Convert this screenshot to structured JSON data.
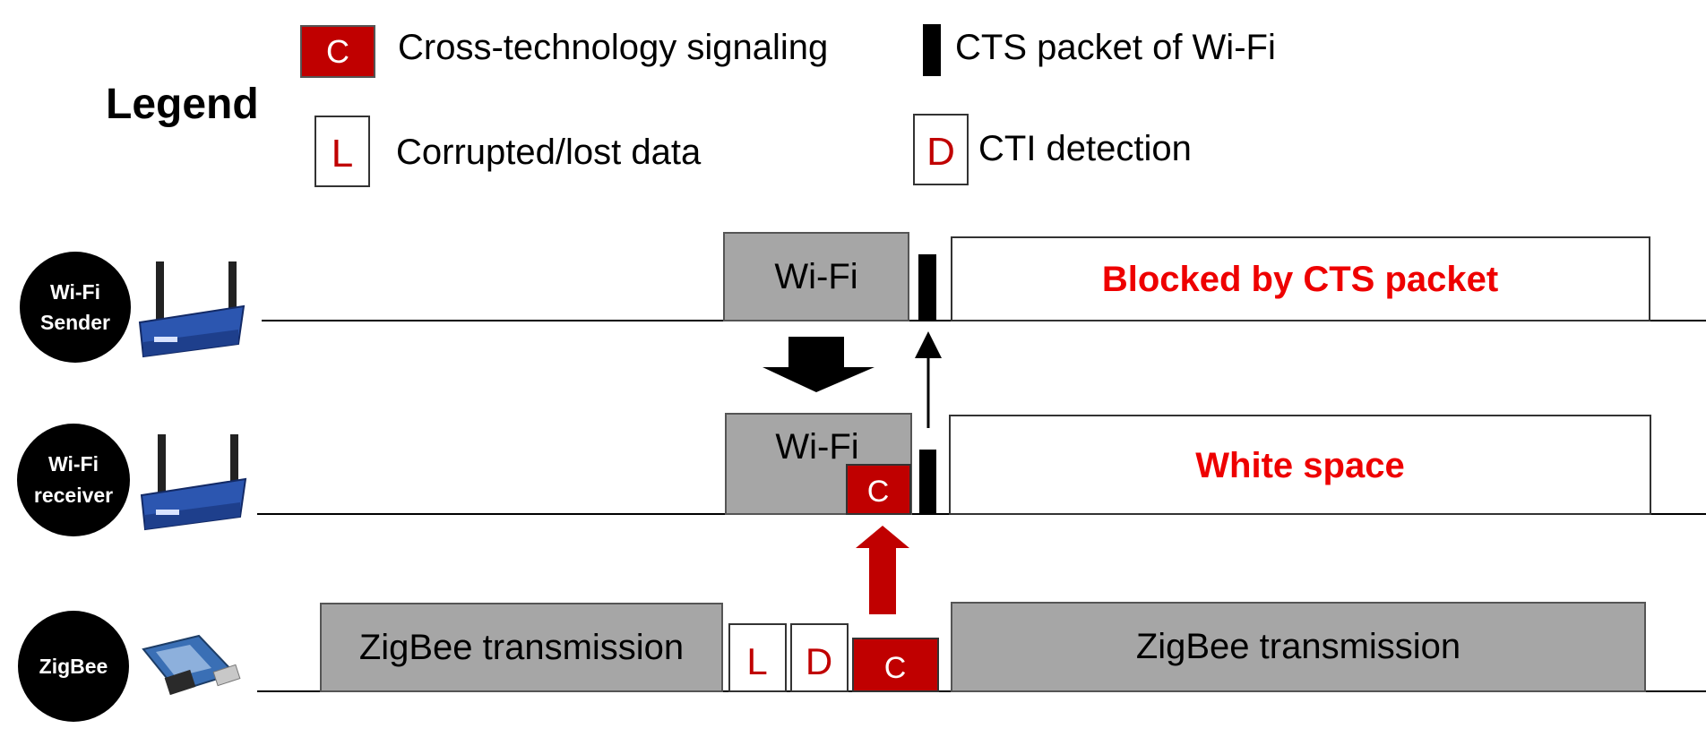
{
  "legend": {
    "title": "Legend",
    "items": [
      {
        "symbol": "C",
        "label": "Cross-technology signaling",
        "style": "red-fill"
      },
      {
        "symbol": "",
        "label": "CTS packet of Wi-Fi",
        "style": "black-bar"
      },
      {
        "symbol": "L",
        "label": "Corrupted/lost data",
        "style": "outline"
      },
      {
        "symbol": "D",
        "label": "CTI detection",
        "style": "outline"
      }
    ]
  },
  "nodes": {
    "wifi_sender": {
      "line1": "Wi-Fi",
      "line2": "Sender"
    },
    "wifi_receiver": {
      "line1": "Wi-Fi",
      "line2": "receiver"
    },
    "zigbee": {
      "line1": "ZigBee"
    }
  },
  "lanes": {
    "sender": {
      "wifi_block": "Wi-Fi",
      "blocked_text": "Blocked by CTS packet"
    },
    "receiver": {
      "wifi_block": "Wi-Fi",
      "signal": "C",
      "white_text": "White space"
    },
    "zigbee": {
      "tx_left": "ZigBee transmission",
      "lost": "L",
      "detect": "D",
      "signal": "C",
      "tx_right": "ZigBee transmission"
    }
  },
  "colors": {
    "red": "#c00000",
    "highlight_red": "#ee0000",
    "gray": "#a6a6a6",
    "black": "#000000"
  }
}
